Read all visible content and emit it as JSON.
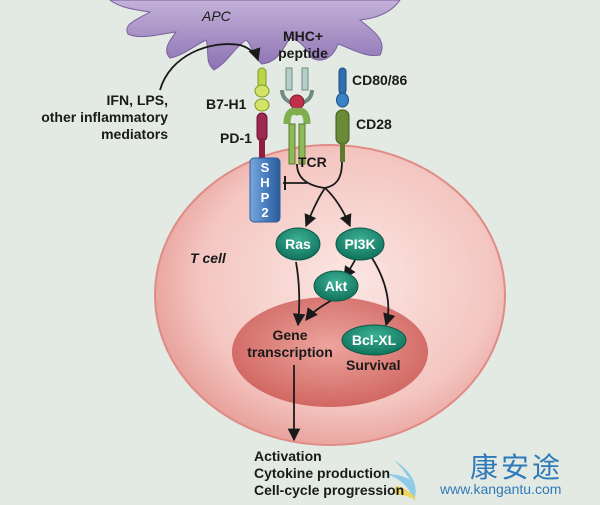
{
  "labels": {
    "apc": "APC",
    "mhc_peptide": [
      "MHC+",
      "peptide"
    ],
    "cd80_86": "CD80/86",
    "cd28": "CD28",
    "b7h1": "B7-H1",
    "pd1": "PD-1",
    "tcr": "TCR",
    "inflammatory": [
      "IFN, LPS,",
      "other inflammatory",
      "mediators"
    ],
    "t_cell": "T cell",
    "gene_transcription": [
      "Gene",
      "transcription"
    ],
    "survival": "Survival",
    "outcomes": [
      "Activation",
      "Cytokine production",
      "Cell-cycle progression"
    ]
  },
  "nodes": {
    "shp2": "SHP 2",
    "ras": "Ras",
    "pi3k": "PI3K",
    "akt": "Akt",
    "bclxl": "Bcl-XL"
  },
  "watermark": {
    "cn": "康安途",
    "url": "www.kangantu.com"
  },
  "colors": {
    "background": "#e3e9e3",
    "apc": "#a48bc2",
    "t_cell": "#f6cfcb",
    "nucleus": "#d96e68",
    "node": "#13826b",
    "shp2": "#4a7fc0",
    "pd1": "#8f1e42",
    "b7h1": "#bcd54a",
    "cd80": "#2f6fb2",
    "cd28": "#5d7a2e"
  }
}
